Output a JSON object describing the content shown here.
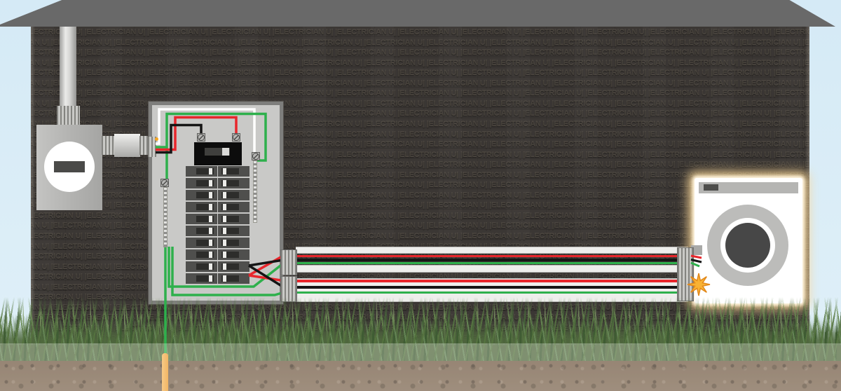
{
  "watermark": {
    "text": "ELECTRICIAN U",
    "separator": "| |",
    "rows": 31,
    "repeats_per_row": 14
  },
  "scene": {
    "sky_color": "#d7ebf7",
    "roof_color": "#696969",
    "wall_color": "#3b3734",
    "grass_colors": [
      "#5a7a45",
      "#6d8f54",
      "#47653a"
    ],
    "soil_color": "#75604a",
    "underground_overlay": "rgba(248,248,246,0.28)"
  },
  "equipment": {
    "meter": {
      "label": "electric-meter",
      "body_color": "#b2b2b0",
      "face_color": "#ffffff",
      "dial_color": "#4a4a48"
    },
    "service_mast": {
      "label": "service-mast-conduit",
      "color": "#d6d6d4"
    },
    "panel": {
      "label": "breaker-panel",
      "body_color": "#c9c9c7",
      "frame_color": "#7e7e7c",
      "main_breaker_color": "#0c0c0c",
      "breaker_rows": 10,
      "breaker_columns": 2
    },
    "washer": {
      "label": "washing-machine",
      "body_color": "#ffffff",
      "trim_color": "#b5b5b3",
      "door_color": "#474747",
      "glow_color": "rgba(250,214,150,0.9)"
    },
    "ground_rod": {
      "label": "ground-rod",
      "color": "#f2a43c"
    },
    "spark": {
      "label": "electrical-fault-spark",
      "color": "#f9b233",
      "outline": "#e2891b"
    }
  },
  "wires": {
    "hot_black": "#151515",
    "hot_red": "#e8262c",
    "neutral_white": "#ffffff",
    "ground_green": "#2eb04c",
    "cable_sheath": "#eeeeec"
  }
}
